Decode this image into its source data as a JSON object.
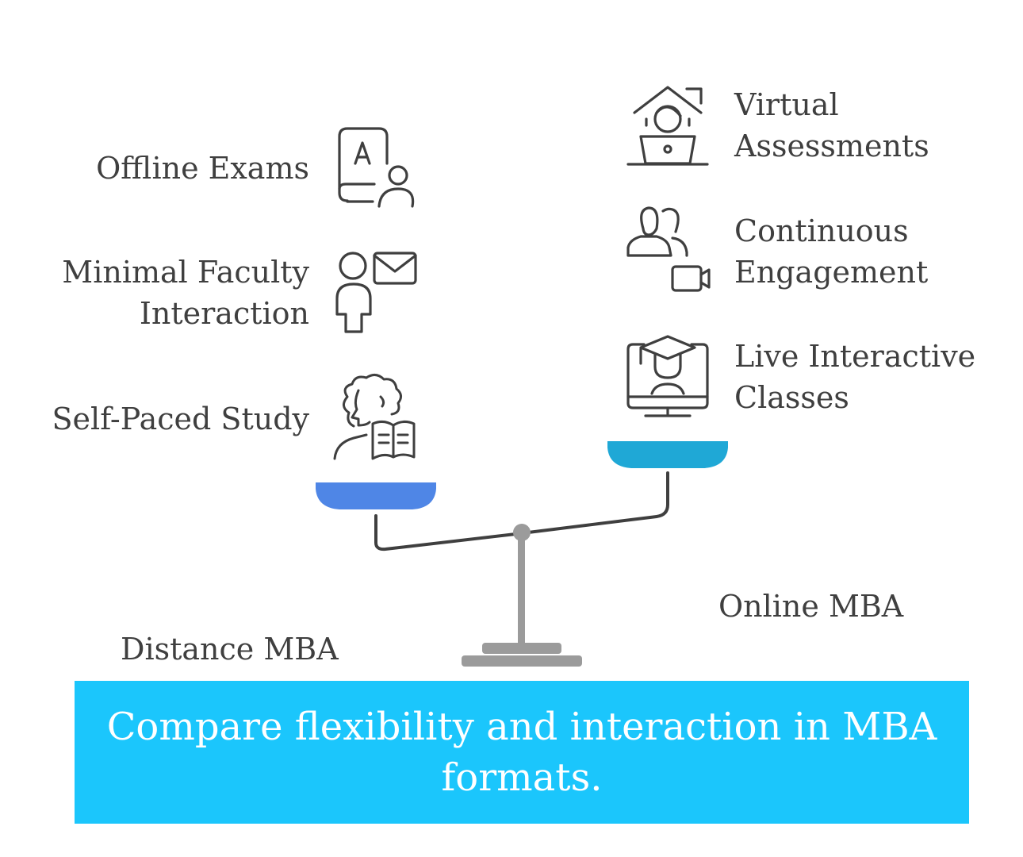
{
  "title": "Compare flexibility and interaction in MBA formats.",
  "left": {
    "label": "Distance MBA",
    "color": "#4f86e6",
    "items": [
      {
        "lines": [
          "Offline Exams"
        ],
        "icon": "exam-person-icon"
      },
      {
        "lines": [
          "Minimal Faculty",
          "Interaction"
        ],
        "icon": "person-mail-icon"
      },
      {
        "lines": [
          "Self-Paced Study"
        ],
        "icon": "reading-person-icon"
      }
    ]
  },
  "right": {
    "label": "Online MBA",
    "color": "#1fa8d6",
    "items": [
      {
        "lines": [
          "Virtual",
          "Assessments"
        ],
        "icon": "home-laptop-icon"
      },
      {
        "lines": [
          "Continuous",
          "Engagement"
        ],
        "icon": "users-video-icon"
      },
      {
        "lines": [
          "Live Interactive",
          "Classes"
        ],
        "icon": "monitor-graduate-icon"
      }
    ]
  },
  "colors": {
    "banner": "#1bc6fc",
    "stroke": "#3f3f3f",
    "stand": "#9b9b9b"
  }
}
